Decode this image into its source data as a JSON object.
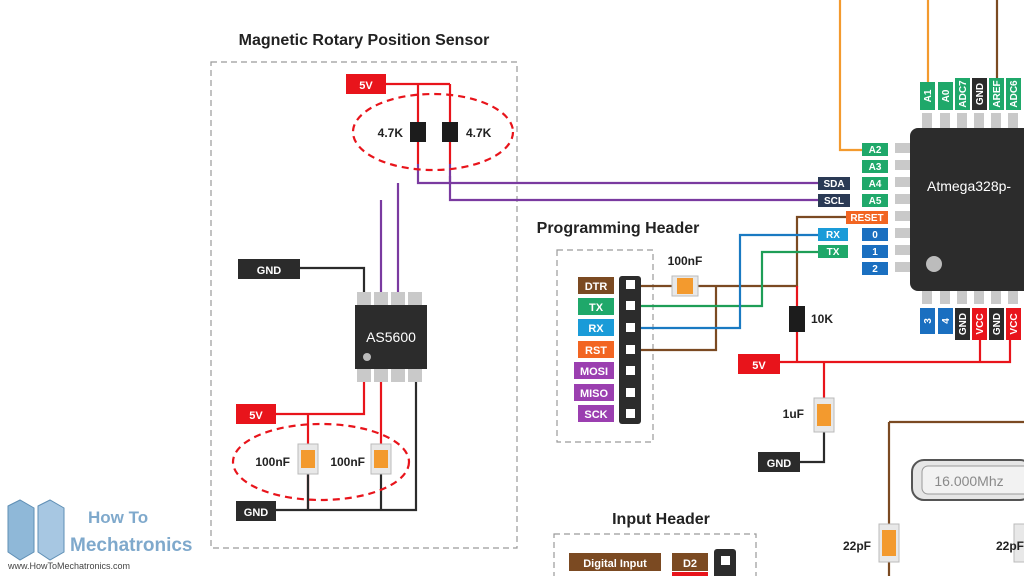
{
  "titles": {
    "sensor": "Magnetic Rotary Position Sensor",
    "programming": "Programming Header",
    "input": "Input Header"
  },
  "chips": {
    "sensor": "AS5600",
    "mcu": "Atmega328p-"
  },
  "power": {
    "v5": "5V",
    "gnd": "GND"
  },
  "components": {
    "r1": "4.7K",
    "r2": "4.7K",
    "r_reset": "10K",
    "c_prog": "100nF",
    "c_sensor1": "100nF",
    "c_sensor2": "100nF",
    "c_power": "1uF",
    "crystal": "16.000Mhz",
    "c_xtal1": "22pF",
    "c_xtal2": "22pF"
  },
  "bus": {
    "sda": "SDA",
    "scl": "SCL",
    "rx": "RX",
    "tx": "TX"
  },
  "mcu_left_pins": [
    "A2",
    "A3",
    "A4",
    "A5",
    "RESET",
    "0",
    "1",
    "2"
  ],
  "mcu_top_pins": [
    "A1",
    "A0",
    "ADC7",
    "GND",
    "AREF",
    "ADC6"
  ],
  "mcu_bottom_pins": [
    "3",
    "4",
    "GND",
    "VCC",
    "GND",
    "VCC"
  ],
  "prog_pins": [
    "DTR",
    "TX",
    "RX",
    "RST",
    "MOSI",
    "MISO",
    "SCK"
  ],
  "input_header": {
    "label": "Digital Input",
    "pin": "D2"
  },
  "logo": {
    "line1": "How To",
    "line2": "Mechatronics",
    "url": "www.HowToMechatronics.com"
  },
  "colors": {
    "power": "#e8141b",
    "ground": "#2b2b2b",
    "i2c": "#7a3aa0",
    "rx": "#1a7ac2",
    "tx": "#1e9e57",
    "dtr": "#7b4a22",
    "orange": "#f39a2e",
    "analog": "#1fa86a",
    "reset": "#f26522",
    "digital": "#1a6fc0",
    "purple_pin": "#9b3fb0",
    "chip": "#2c2c2c"
  }
}
